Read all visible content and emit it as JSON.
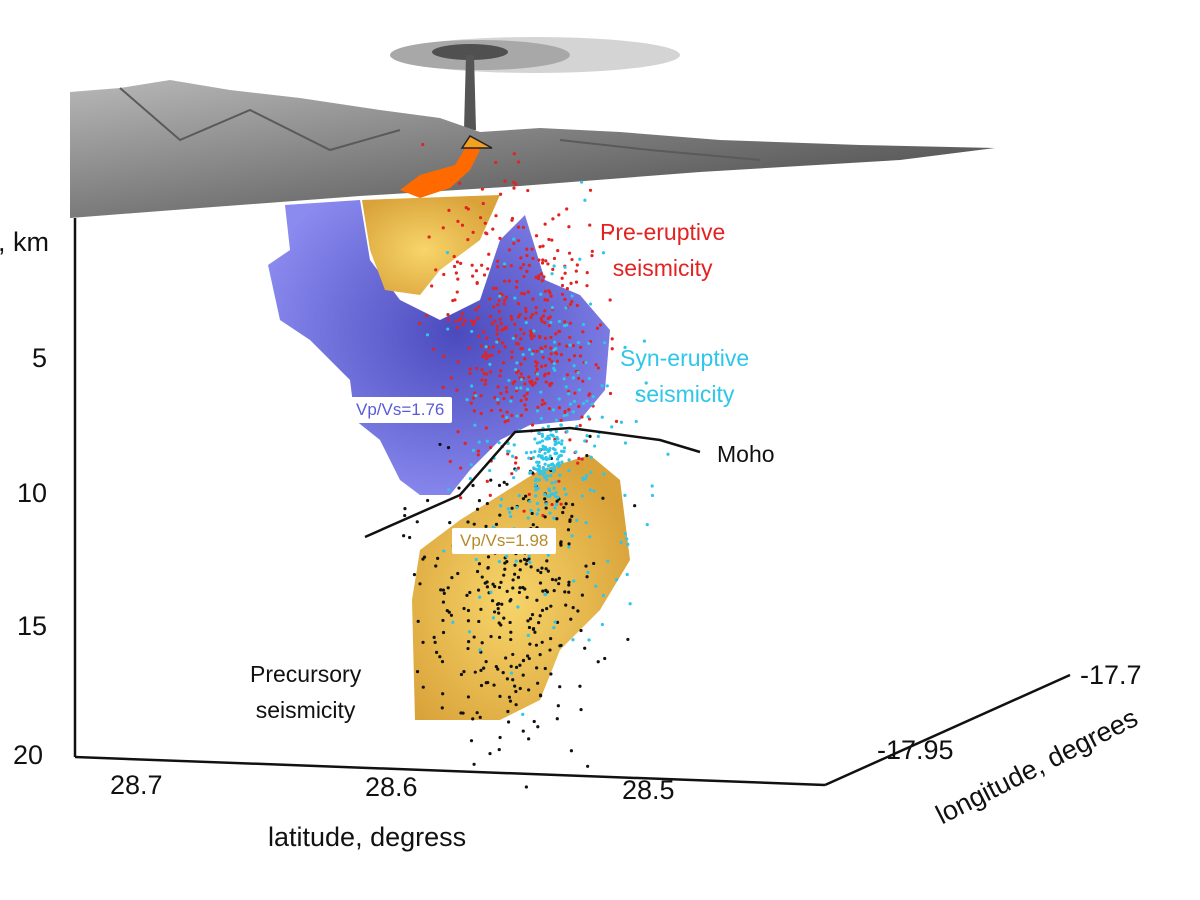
{
  "axes": {
    "depth_label": ", km",
    "depth_ticks": [
      "5",
      "10",
      "15",
      "20"
    ],
    "latitude_ticks": [
      "28.7",
      "28.6",
      "28.5"
    ],
    "latitude_label": "latitude, degress",
    "longitude_ticks": [
      "-17.7",
      "-17.95"
    ],
    "longitude_label": "longitude, degrees"
  },
  "annotations": {
    "pre_eruptive": [
      "Pre-eruptive",
      "seismicity"
    ],
    "syn_eruptive": [
      "Syn-eruptive",
      "seismicity"
    ],
    "precursory": [
      "Precursory",
      "seismicity"
    ],
    "moho": "Moho",
    "vpvs_low": "Vp/Vs=1.76",
    "vpvs_high": "Vp/Vs=1.98"
  },
  "colors": {
    "pre_eruptive": "#e32222",
    "syn_eruptive": "#2ec6ea",
    "precursory": "#111111",
    "low_vpvs_body": "#6a6ae6",
    "high_vpvs_body": "#e8b94a",
    "terrain": "#8a8a8a",
    "lava": "#ff6a00"
  }
}
